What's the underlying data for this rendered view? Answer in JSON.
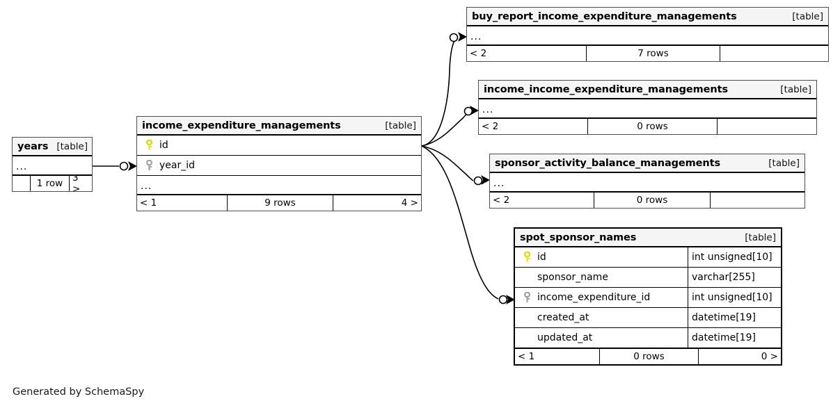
{
  "diagram": {
    "tool": "SchemaSpy",
    "credit": "Generated by SchemaSpy",
    "kind_label": "[table]",
    "ellipsis": "...",
    "colors": {
      "primary_key": "#e8e800",
      "foreign_key": "#a0a0a0",
      "header_background": "#f5f5f5",
      "border": "#000000",
      "canvas": "#ffffff"
    }
  },
  "tables": {
    "years": {
      "name": "years",
      "kind": "[table]",
      "ellipsis": "...",
      "footer": {
        "left": "",
        "center": "1 row",
        "right": "3 >"
      }
    },
    "income_expenditure_managements": {
      "name": "income_expenditure_managements",
      "kind": "[table]",
      "ellipsis": "...",
      "columns": [
        {
          "name": "id",
          "key": "primary-key-icon"
        },
        {
          "name": "year_id",
          "key": "foreign-key-icon"
        }
      ],
      "footer": {
        "left": "< 1",
        "center": "9 rows",
        "right": "4 >"
      }
    },
    "buy_report_income_expenditure_managements": {
      "name": "buy_report_income_expenditure_managements",
      "kind": "[table]",
      "ellipsis": "...",
      "footer": {
        "left": "< 2",
        "center": "7 rows",
        "right": ""
      }
    },
    "income_income_expenditure_managements": {
      "name": "income_income_expenditure_managements",
      "kind": "[table]",
      "ellipsis": "...",
      "footer": {
        "left": "< 2",
        "center": "0 rows",
        "right": ""
      }
    },
    "sponsor_activity_balance_managements": {
      "name": "sponsor_activity_balance_managements",
      "kind": "[table]",
      "ellipsis": "...",
      "footer": {
        "left": "< 2",
        "center": "0 rows",
        "right": ""
      }
    },
    "spot_sponsor_names": {
      "name": "spot_sponsor_names",
      "kind": "[table]",
      "columns": [
        {
          "name": "id",
          "type": "int unsigned[10]",
          "key": "primary-key-icon"
        },
        {
          "name": "sponsor_name",
          "type": "varchar[255]",
          "key": "none"
        },
        {
          "name": "income_expenditure_id",
          "type": "int unsigned[10]",
          "key": "foreign-key-icon"
        },
        {
          "name": "created_at",
          "type": "datetime[19]",
          "key": "none"
        },
        {
          "name": "updated_at",
          "type": "datetime[19]",
          "key": "none"
        }
      ],
      "footer": {
        "left": "< 1",
        "center": "0 rows",
        "right": "0 >"
      }
    }
  },
  "relationships": [
    {
      "from": "years",
      "to": "income_expenditure_managements",
      "to_column": "year_id"
    },
    {
      "from": "income_expenditure_managements",
      "to": "buy_report_income_expenditure_managements"
    },
    {
      "from": "income_expenditure_managements",
      "to": "income_income_expenditure_managements"
    },
    {
      "from": "income_expenditure_managements",
      "to": "sponsor_activity_balance_managements"
    },
    {
      "from": "income_expenditure_managements",
      "to": "spot_sponsor_names",
      "to_column": "income_expenditure_id"
    }
  ]
}
